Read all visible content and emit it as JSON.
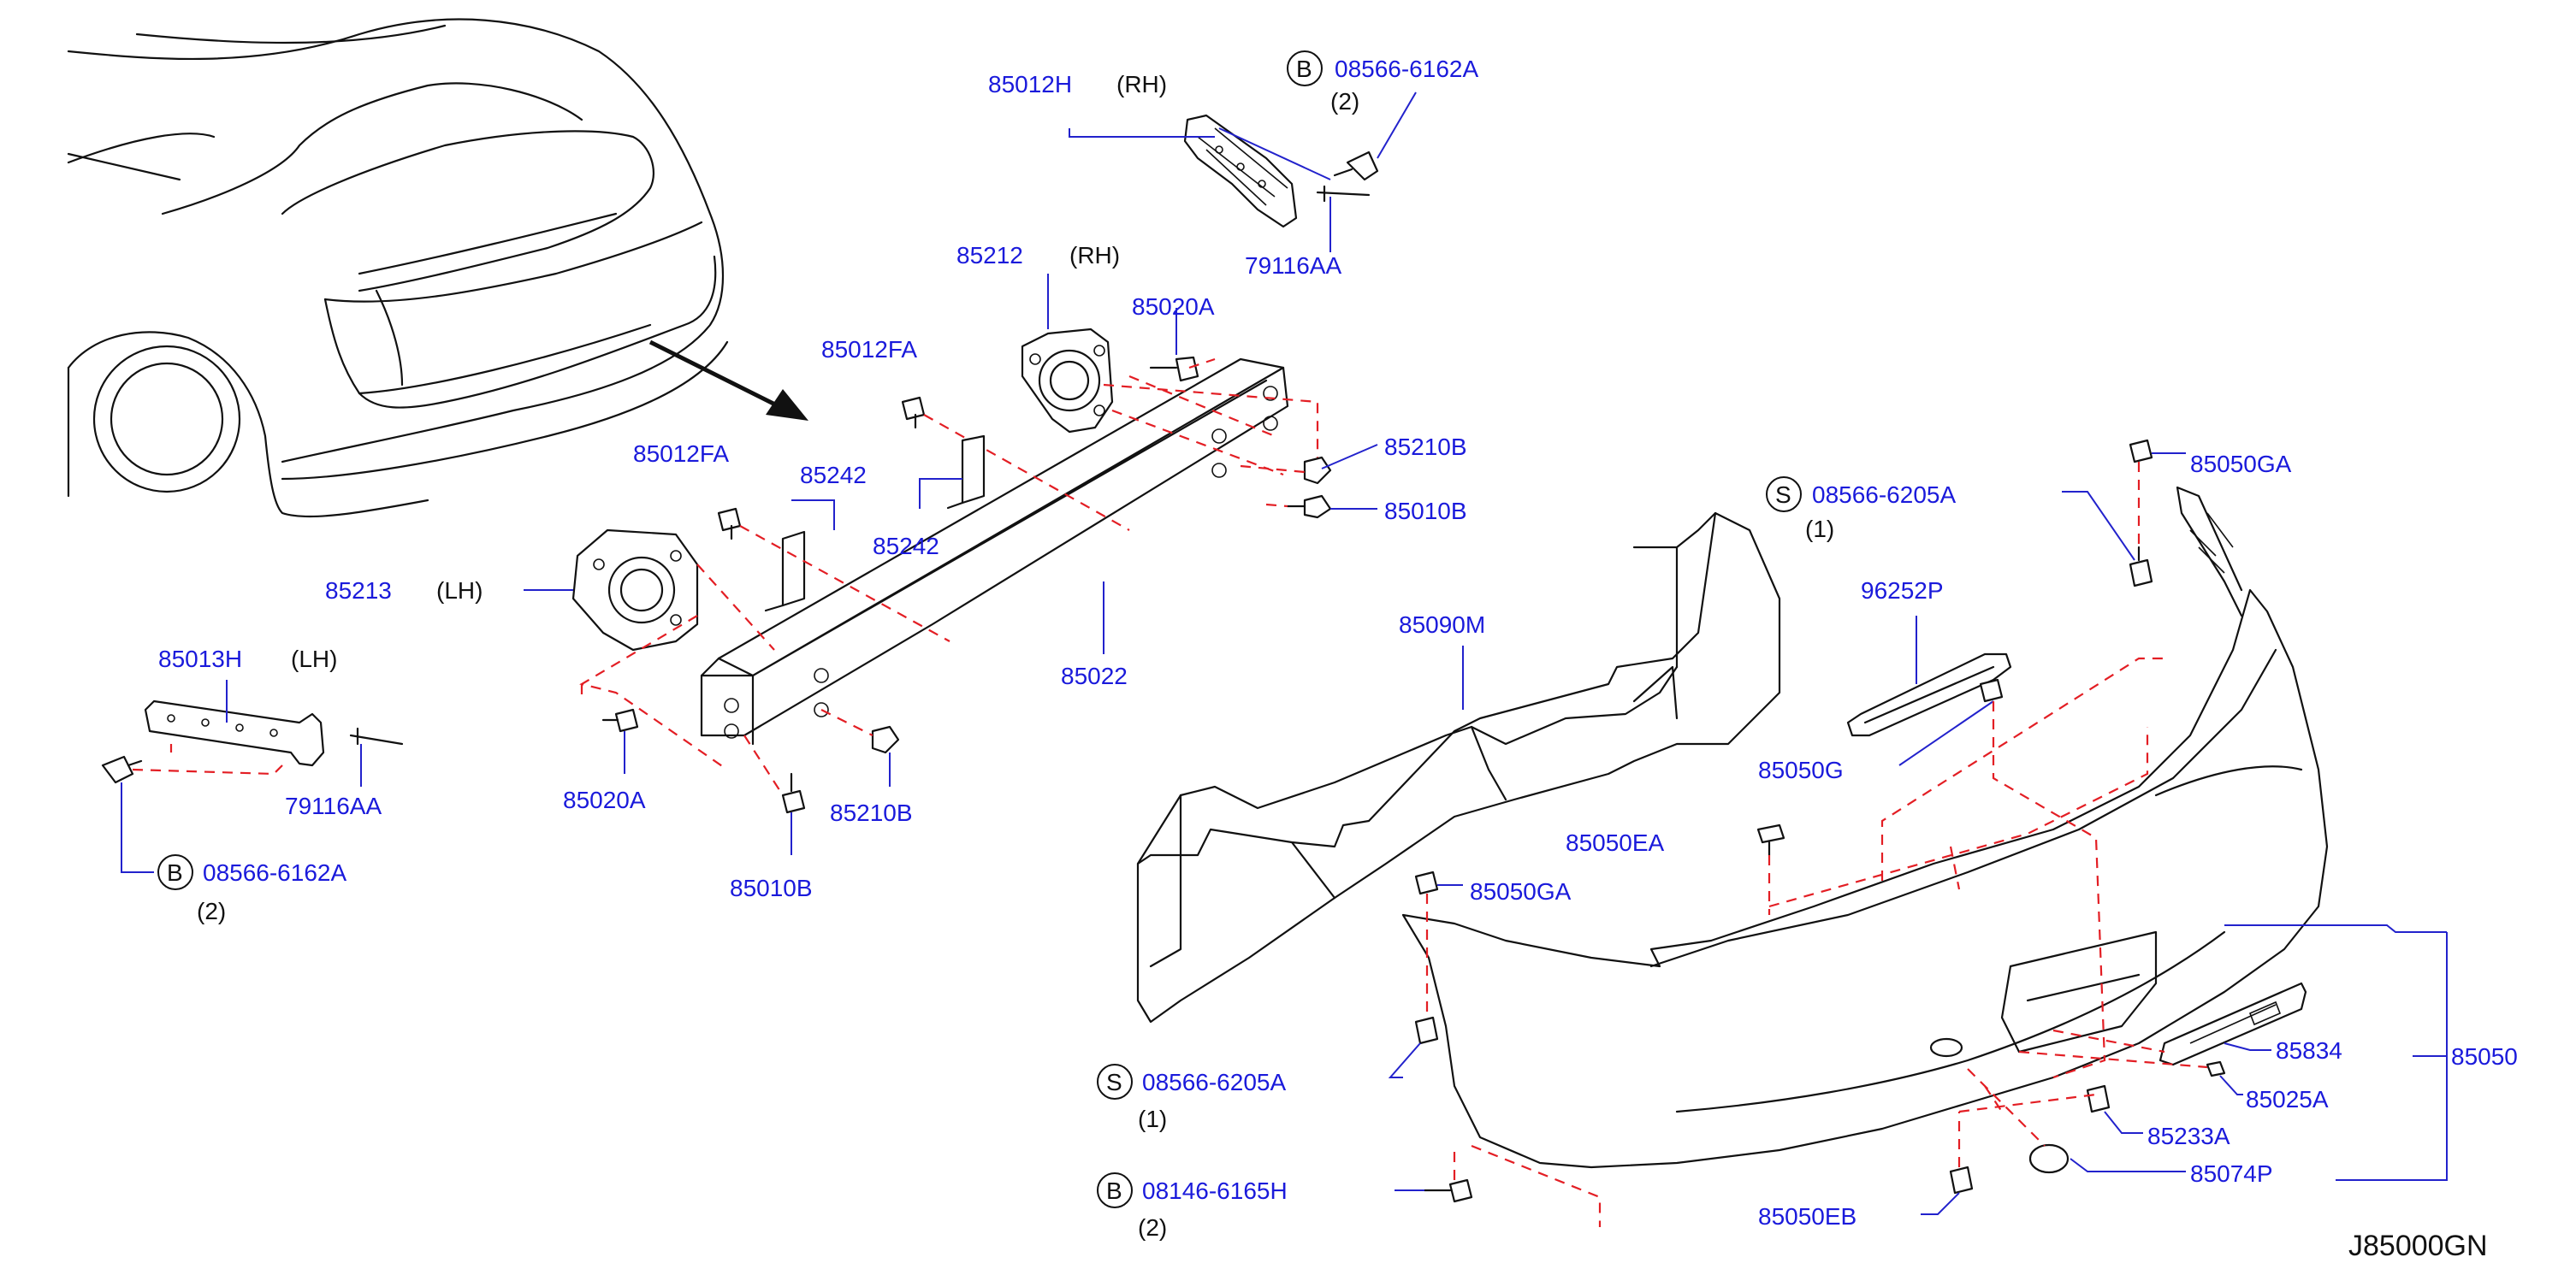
{
  "diagram_ref": "J85000GN",
  "labels": {
    "p85012H": "85012H",
    "rh1": "(RH)",
    "b1": "B",
    "p08566_6162A_1": "08566-6162A",
    "qty2a": "(2)",
    "p79116AA_1": "79116AA",
    "p85212": "85212",
    "rh2": "(RH)",
    "p85020A_1": "85020A",
    "p85012FA_1": "85012FA",
    "p85210B_1": "85210B",
    "p85010B_1": "85010B",
    "p85012FA_2": "85012FA",
    "p85242_1": "85242",
    "p85242_2": "85242",
    "p85213": "85213",
    "lh1": "(LH)",
    "p85022": "85022",
    "p85013H": "85013H",
    "lh2": "(LH)",
    "p79116AA_2": "79116AA",
    "b2": "B",
    "p08566_6162A_2": "08566-6162A",
    "qty2b": "(2)",
    "p85020A_2": "85020A",
    "p85210B_2": "85210B",
    "p85010B_2": "85010B",
    "p85090M": "85090M",
    "s1": "S",
    "p08566_6205A_1": "08566-6205A",
    "qty1a": "(1)",
    "p96252P": "96252P",
    "p85050G": "85050G",
    "p85050GA_1": "85050GA",
    "p85050EA": "85050EA",
    "p85050GA_2": "85050GA",
    "s2": "S",
    "p08566_6205A_2": "08566-6205A",
    "qty1b": "(1)",
    "b3": "B",
    "p08146_6165H": "08146-6165H",
    "qty2c": "(2)",
    "p85834": "85834",
    "p85025A": "85025A",
    "p85233A": "85233A",
    "p85050": "85050",
    "p85074P": "85074P",
    "p85050EB": "85050EB"
  }
}
